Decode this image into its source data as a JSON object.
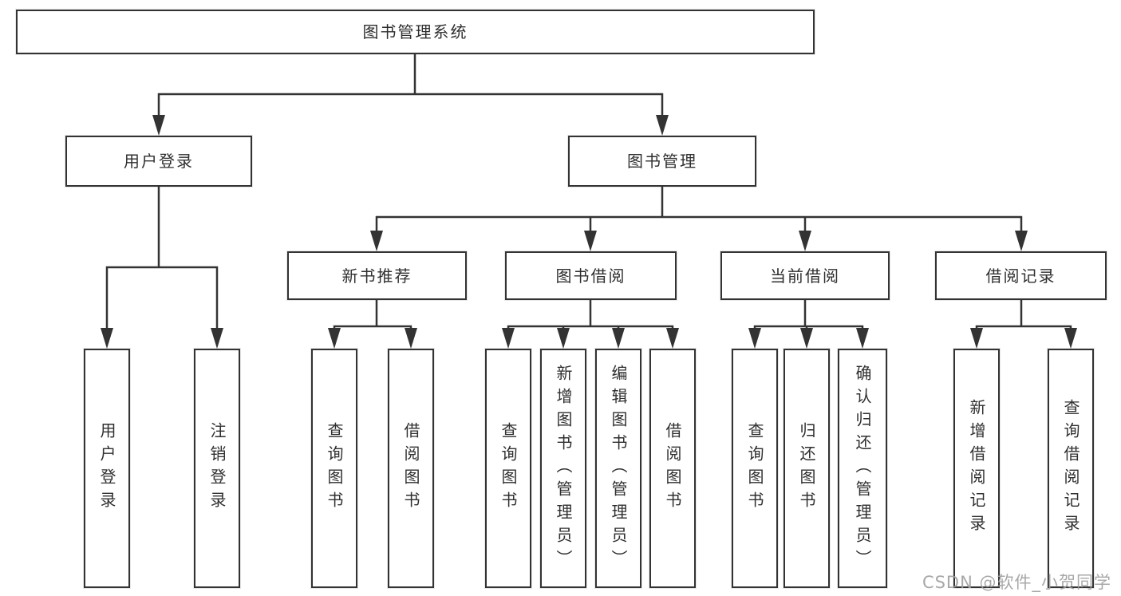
{
  "diagram": {
    "root": "图书管理系统",
    "level1": [
      "用户登录",
      "图书管理"
    ],
    "level2": [
      "新书推荐",
      "图书借阅",
      "当前借阅",
      "借阅记录"
    ],
    "leaves": {
      "user_login": [
        "用户登录",
        "注销登录"
      ],
      "new_book": [
        "查询图书",
        "借阅图书"
      ],
      "book_borrow": [
        "查询图书",
        "新增图书（管理员）",
        "编辑图书（管理员）",
        "借阅图书"
      ],
      "current_borrow": [
        "查询图书",
        "归还图书",
        "确认归还（管理员）"
      ],
      "borrow_records": [
        "新增借阅记录",
        "查询借阅记录"
      ]
    }
  },
  "watermark": "CSDN @软件_小贺同学",
  "colors": {
    "line": "#333333",
    "text": "#2f2f2f",
    "watermark": "#9e9e9e",
    "background": "#ffffff"
  }
}
